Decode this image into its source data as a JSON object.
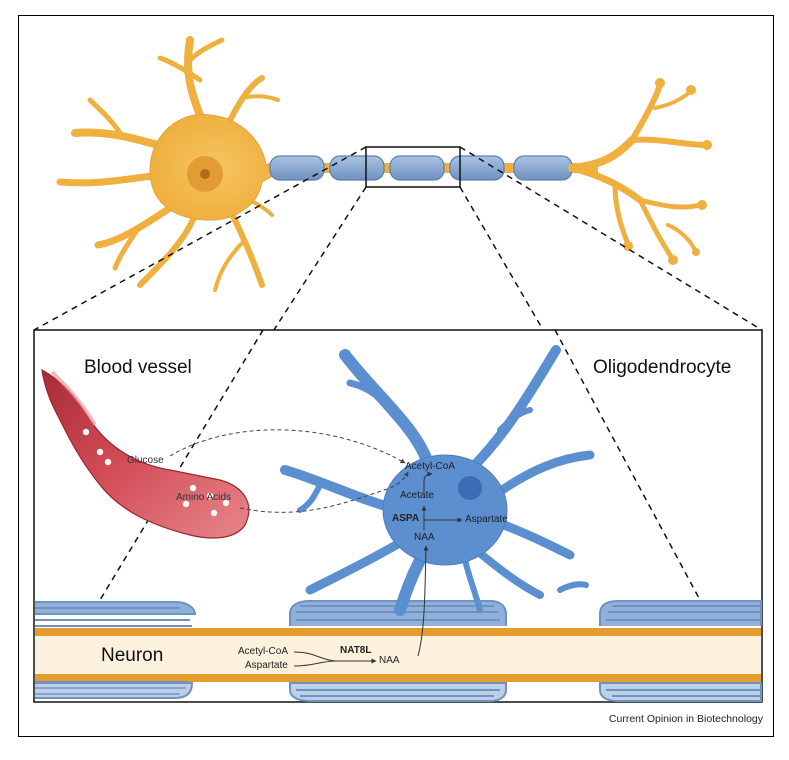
{
  "labels": {
    "blood_vessel": "Blood vessel",
    "oligodendrocyte": "Oligodendrocyte",
    "neuron": "Neuron",
    "glucose": "Glucose",
    "amino_acids": "Amino Acids",
    "acetyl_coa_top": "Acetyl-CoA",
    "acetate": "Acetate",
    "aspa": "ASPA",
    "aspartate_right": "Aspartate",
    "naa_cell": "NAA",
    "acetyl_coa_neuron": "Acetyl-CoA",
    "aspartate_neuron": "Aspartate",
    "nat8l": "NAT8L",
    "naa_neuron": "NAA"
  },
  "credit": "Current Opinion in Biotechnology",
  "colors": {
    "neuron_body": "#f2b84b",
    "neuron_outline": "#d99a2b",
    "myelin": "#7a9cc6",
    "myelin_light": "#b7cde6",
    "oligodendrocyte": "#5b8fcf",
    "oligo_outline": "#3f6fb0",
    "vessel": "#c63b45",
    "vessel_light": "#e88a8f",
    "axon_band": "#e8a238",
    "axon_core": "#fbf1dc"
  }
}
